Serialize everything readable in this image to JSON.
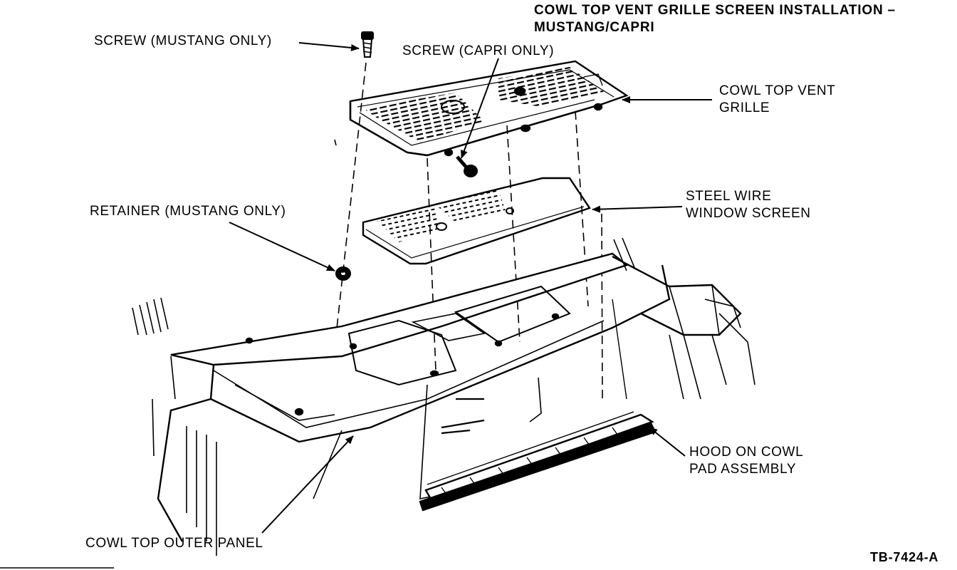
{
  "title": {
    "line1": "COWL TOP VENT GRILLE SCREEN INSTALLATION –",
    "line2": "MUSTANG/CAPRI"
  },
  "labels": {
    "screw_mustang": "SCREW (MUSTANG ONLY)",
    "screw_capri": "SCREW (CAPRI ONLY)",
    "cowl_top_vent_grille": {
      "line1": "COWL TOP VENT",
      "line2": "GRILLE"
    },
    "retainer_mustang": "RETAINER (MUSTANG ONLY)",
    "steel_wire_window_screen": {
      "line1": "STEEL WIRE",
      "line2": "WINDOW SCREEN"
    },
    "hood_on_cowl_pad": {
      "line1": "HOOD ON COWL",
      "line2": "PAD ASSEMBLY"
    },
    "cowl_top_outer_panel": "COWL TOP OUTER PANEL"
  },
  "figure_id": "TB-7424-A",
  "colors": {
    "ink": "#000000",
    "paper": "#ffffff"
  }
}
